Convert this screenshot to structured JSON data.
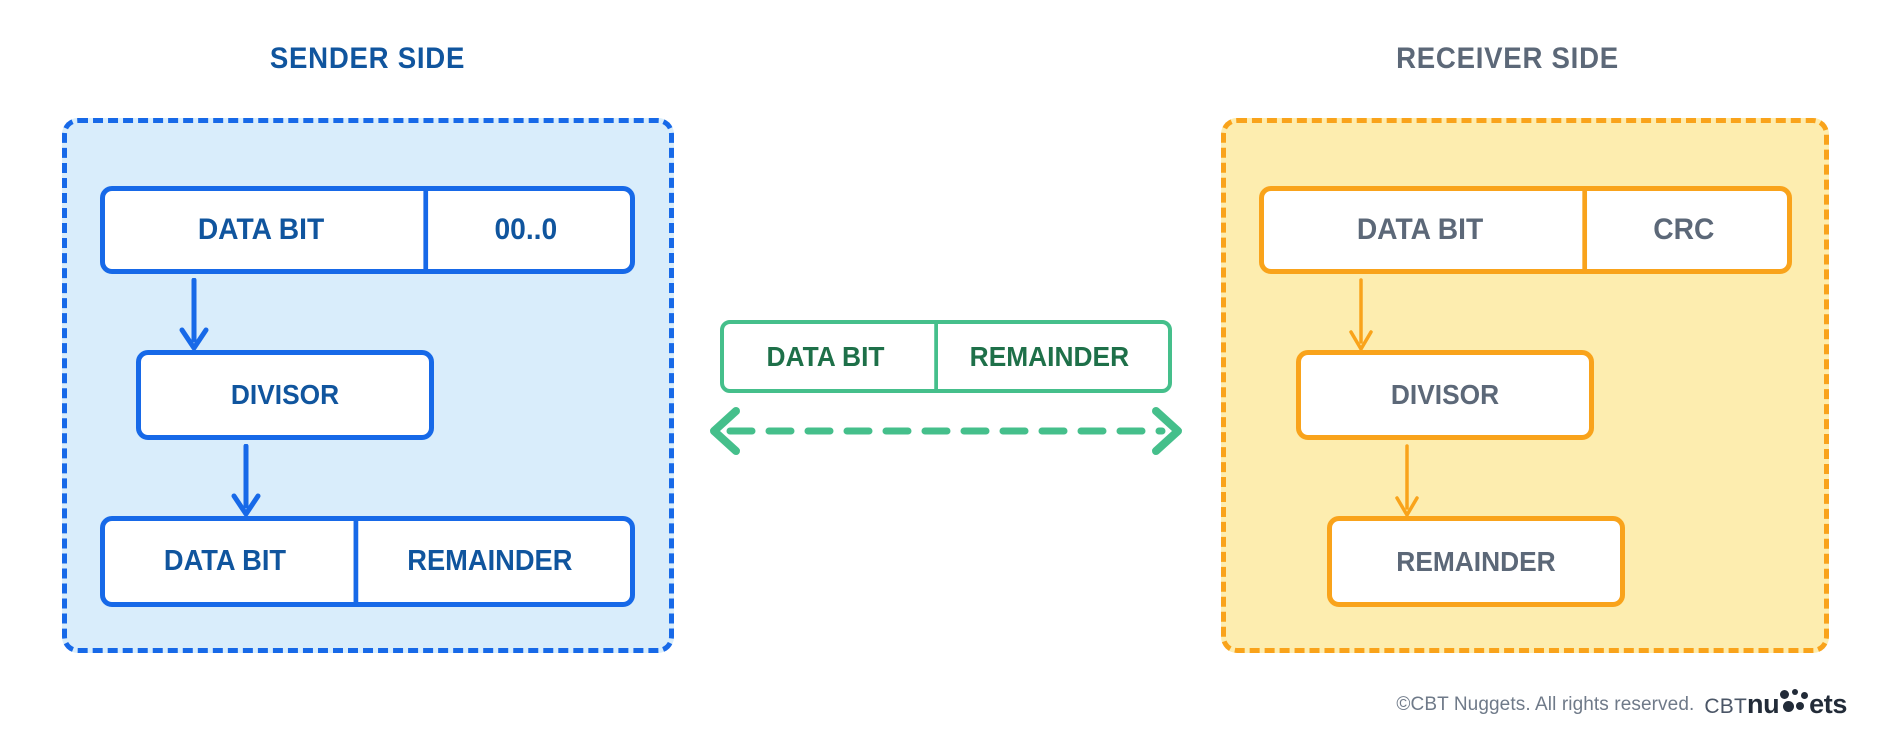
{
  "sender": {
    "title": "SENDER SIDE",
    "accent_color": "#1769E8",
    "fill_color": "#D9EDFB",
    "text_color": "#10559E",
    "top_box": {
      "left_label": "DATA BIT",
      "right_label": "00..0"
    },
    "divisor_box": {
      "label": "DIVISOR"
    },
    "bottom_box": {
      "left_label": "DATA BIT",
      "right_label": "REMAINDER"
    },
    "arrows": [
      {
        "name": "data-to-divisor",
        "direction": "down"
      },
      {
        "name": "divisor-to-remainder",
        "direction": "down"
      }
    ]
  },
  "receiver": {
    "title": "RECEIVER SIDE",
    "accent_color": "#F9A31B",
    "fill_color": "#FDEDAF",
    "text_color": "#5C6878",
    "top_box": {
      "left_label": "DATA BIT",
      "right_label": "CRC"
    },
    "divisor_box": {
      "label": "DIVISOR"
    },
    "bottom_box": {
      "label": "REMAINDER"
    },
    "arrows": [
      {
        "name": "data-to-divisor",
        "direction": "down"
      },
      {
        "name": "divisor-to-remainder",
        "direction": "down"
      }
    ]
  },
  "transmission": {
    "accent_color": "#45BF8B",
    "text_color": "#1E7049",
    "packet": {
      "left_label": "DATA BIT",
      "right_label": "REMAINDER"
    },
    "link_arrow": {
      "direction": "bidirectional",
      "style": "dashed",
      "color": "#45BF8B"
    }
  },
  "footer": {
    "copyright": "©CBT Nuggets. All rights reserved.",
    "logo_prefix": "CBT",
    "logo_part_1": "nu",
    "logo_part_2": "ets",
    "logo_dots_name": "nugget-dots"
  }
}
